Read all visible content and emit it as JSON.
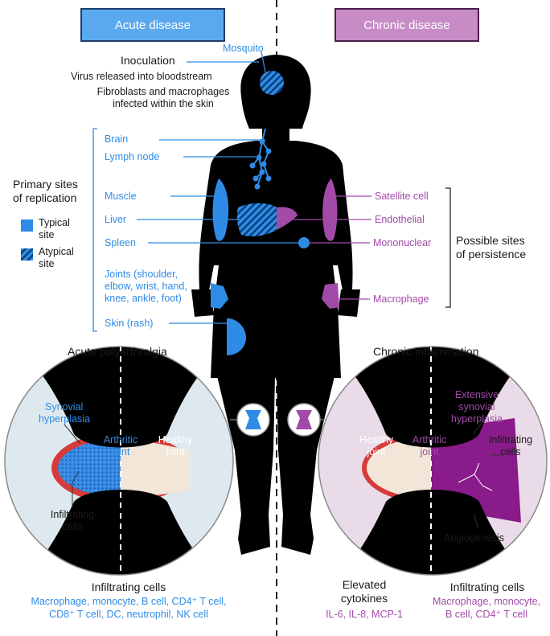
{
  "headers": {
    "acute": "Acute disease",
    "chronic": "Chronic disease"
  },
  "top": {
    "mosquito": "Mosquito",
    "inoculation": "Inoculation",
    "virus": "Virus released into bloodstream",
    "fibro_1": "Fibroblasts and macrophages",
    "fibro_2": "infected within the skin"
  },
  "legend": {
    "title_1": "Primary sites",
    "title_2": "of replication",
    "typical_1": "Typical",
    "typical_2": "site",
    "atypical_1": "Atypical",
    "atypical_2": "site"
  },
  "left_sites": {
    "brain": "Brain",
    "lymph": "Lymph node",
    "muscle": "Muscle",
    "liver": "Liver",
    "spleen": "Spleen",
    "joints_1": "Joints (shoulder,",
    "joints_2": "elbow, wrist, hand,",
    "joints_3": "knee, ankle, foot)",
    "skin": "Skin (rash)"
  },
  "right_sites": {
    "satellite": "Satellite cell",
    "endothelial": "Endothelial",
    "mononuclear": "Mononuclear",
    "macrophage": "Macrophage",
    "persist_1": "Possible sites",
    "persist_2": "of persistence"
  },
  "acute_panel": {
    "title": "Acute polyarthralgia",
    "synovial_1": "Synovial",
    "synovial_2": "hyperplasia",
    "arthritic_1": "Arthritic",
    "arthritic_2": "joint",
    "healthy_1": "Healthy",
    "healthy_2": "joint",
    "infiltrating_1": "Infiltrating",
    "infiltrating_2": "cells"
  },
  "chronic_panel": {
    "title": "Chronic inflammation",
    "extensive_1": "Extensive",
    "extensive_2": "synovial",
    "extensive_3": "hyperplasia",
    "healthy_1": "Healthy",
    "healthy_2": "joint",
    "arthritic_1": "Arthritic",
    "arthritic_2": "joint",
    "infiltrating_1": "Infiltrating",
    "infiltrating_2": "cells",
    "angiogenesis": "Angiogenesis"
  },
  "bottom": {
    "acute_title": "Infiltrating cells",
    "acute_line1": "Macrophage, monocyte, B cell, CD4⁺ T cell,",
    "acute_line2": "CD8⁺ T cell, DC, neutrophil, NK cell",
    "cyto_title_1": "Elevated",
    "cyto_title_2": "cytokines",
    "cyto_line": "IL-6, IL-8, MCP-1",
    "chronic_title": "Infiltrating cells",
    "chronic_line1": "Macrophage, monocyte,",
    "chronic_line2": "B cell, CD4⁺ T cell"
  },
  "colors": {
    "blue": "#2f8ce6",
    "purple": "#a24aa8",
    "acute_header_bg": "#5aa9ef",
    "chronic_header_bg": "#c78bc6"
  }
}
